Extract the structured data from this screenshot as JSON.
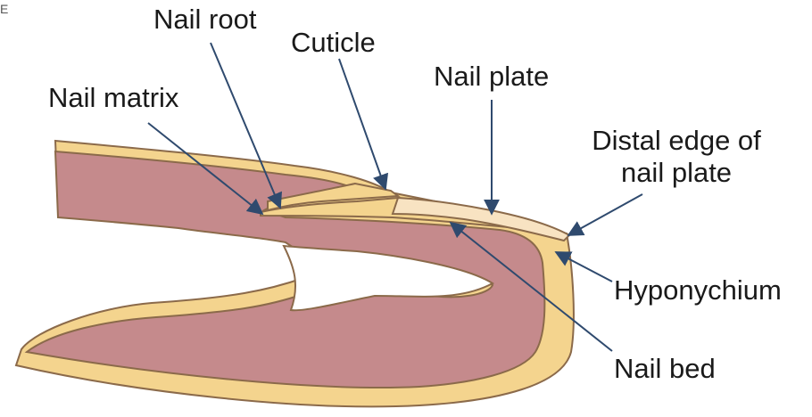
{
  "corner_mark": "E",
  "labels": {
    "nail_root": "Nail root",
    "cuticle": "Cuticle",
    "nail_plate": "Nail plate",
    "nail_matrix": "Nail matrix",
    "distal_edge_line1": "Distal edge of",
    "distal_edge_line2": "nail plate",
    "hyponychium": "Hyponychium",
    "nail_bed": "Nail bed"
  },
  "colors": {
    "tissue": "#c58a8c",
    "skin": "#f4d48e",
    "outline": "#8b6a4a",
    "nail_plate": "#f8e3c2",
    "arrow": "#2f4a6e"
  }
}
